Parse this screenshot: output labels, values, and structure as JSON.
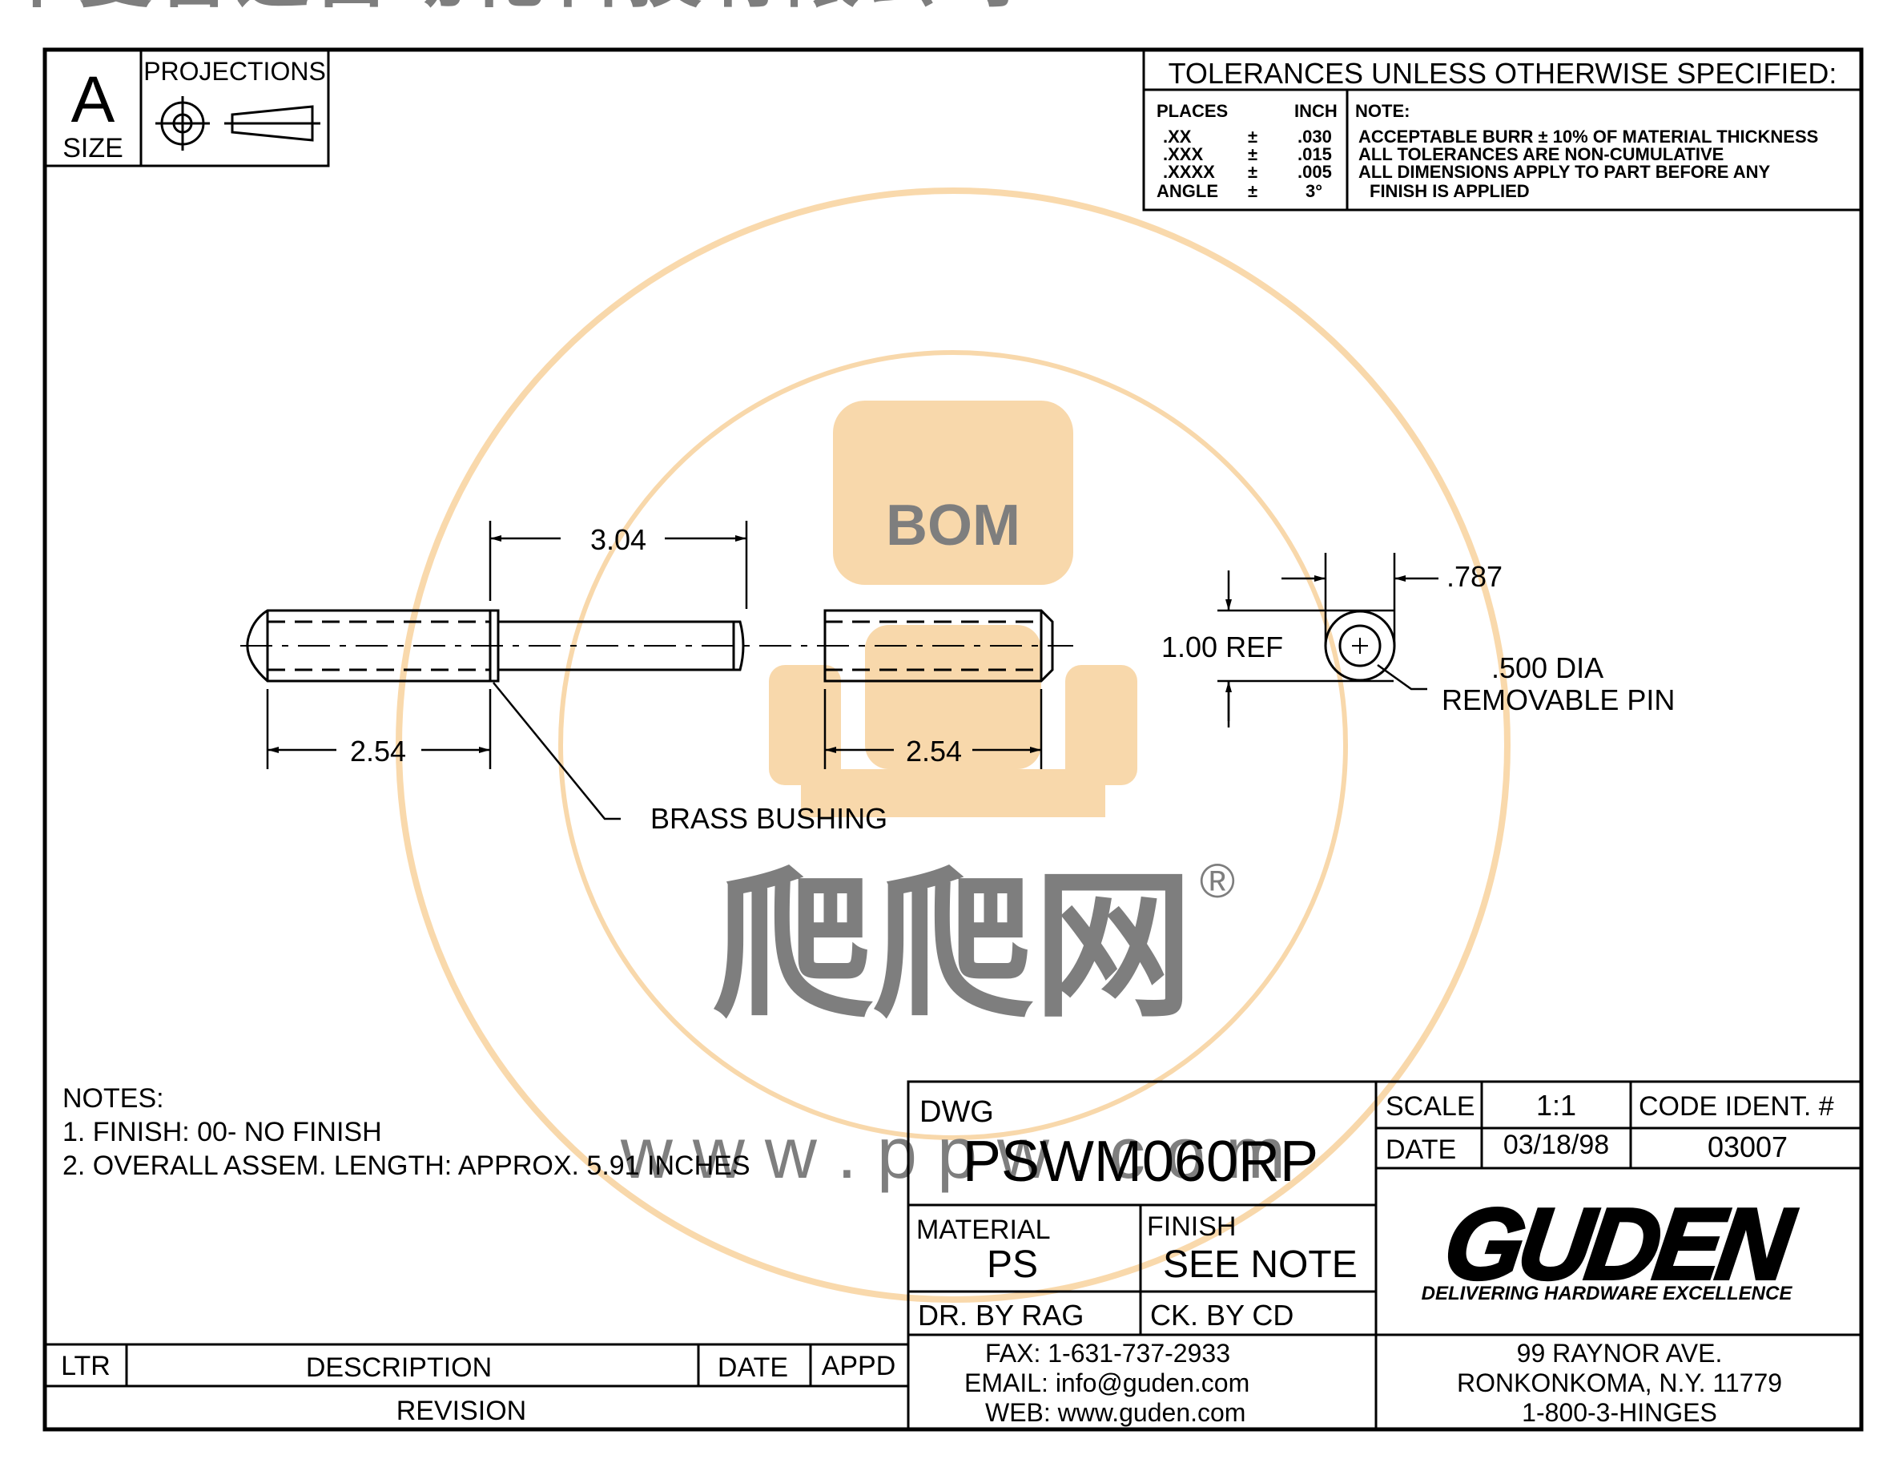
{
  "size_block": {
    "letter": "A",
    "label": "SIZE"
  },
  "projections": {
    "label": "PROJECTIONS"
  },
  "tolerances": {
    "title": "TOLERANCES UNLESS OTHERWISE SPECIFIED:",
    "places_header": "PLACES",
    "inch_header": "INCH",
    "note_header": "NOTE:",
    "rows": [
      {
        "places": ".XX",
        "pm": "±",
        "value": ".030"
      },
      {
        "places": ".XXX",
        "pm": "±",
        "value": ".015"
      },
      {
        "places": ".XXXX",
        "pm": "±",
        "value": ".005"
      },
      {
        "places": "ANGLE",
        "pm": "±",
        "value": "3°"
      }
    ],
    "notes": [
      "ACCEPTABLE BURR ± 10% OF MATERIAL THICKNESS",
      "ALL TOLERANCES ARE NON-CUMULATIVE",
      "ALL DIMENSIONS APPLY TO PART BEFORE ANY",
      "FINISH IS APPLIED"
    ]
  },
  "dimensions": {
    "pin_length": "3.04",
    "left_length": "2.54",
    "right_length": "2.54",
    "ref_height": "1.00 REF",
    "end_width": ".787",
    "pin_dia_line1": ".500 DIA",
    "pin_dia_line2": "REMOVABLE PIN",
    "bushing_callout": "BRASS BUSHING"
  },
  "notes": {
    "title": "NOTES:",
    "items": [
      "1. FINISH:  00-  NO FINISH",
      "2. OVERALL  ASSEM.  LENGTH:  APPROX.  5.91  INCHES"
    ]
  },
  "title_block": {
    "dwg_label": "DWG",
    "dwg_number": "PSWM060RP",
    "scale_label": "SCALE",
    "scale_value": "1:1",
    "code_label": "CODE  IDENT.  #",
    "date_label": "DATE",
    "date_value": "03/18/98",
    "code_value": "03007",
    "material_label": "MATERIAL",
    "material_value": "PS",
    "finish_label": "FINISH",
    "finish_value": "SEE  NOTE",
    "drawn_by": "DR.  BY  RAG",
    "checked_by": "CK.  BY   CD",
    "logo_text": "GUDEN",
    "tagline": "DELIVERING HARDWARE EXCELLENCE",
    "fax": "FAX:  1-631-737-2933",
    "email": "EMAIL:  info@guden.com",
    "web": "WEB:  www.guden.com",
    "address1": "99  RAYNOR  AVE.",
    "address2": "RONKONKOMA,  N.Y.  11779",
    "phone": "1-800-3-HINGES"
  },
  "revision_block": {
    "ltr": "LTR",
    "description": "DESCRIPTION",
    "date": "DATE",
    "appd": "APPD",
    "footer": "REVISION"
  },
  "watermark": {
    "arc_text": "华曼智造自动化科技有限公司",
    "bom": "BOM",
    "brand": "爬爬网",
    "registered": "®",
    "url": "w w w . p p w . c o m"
  },
  "colors": {
    "line": "#000000",
    "watermark": "#f3b35a"
  }
}
